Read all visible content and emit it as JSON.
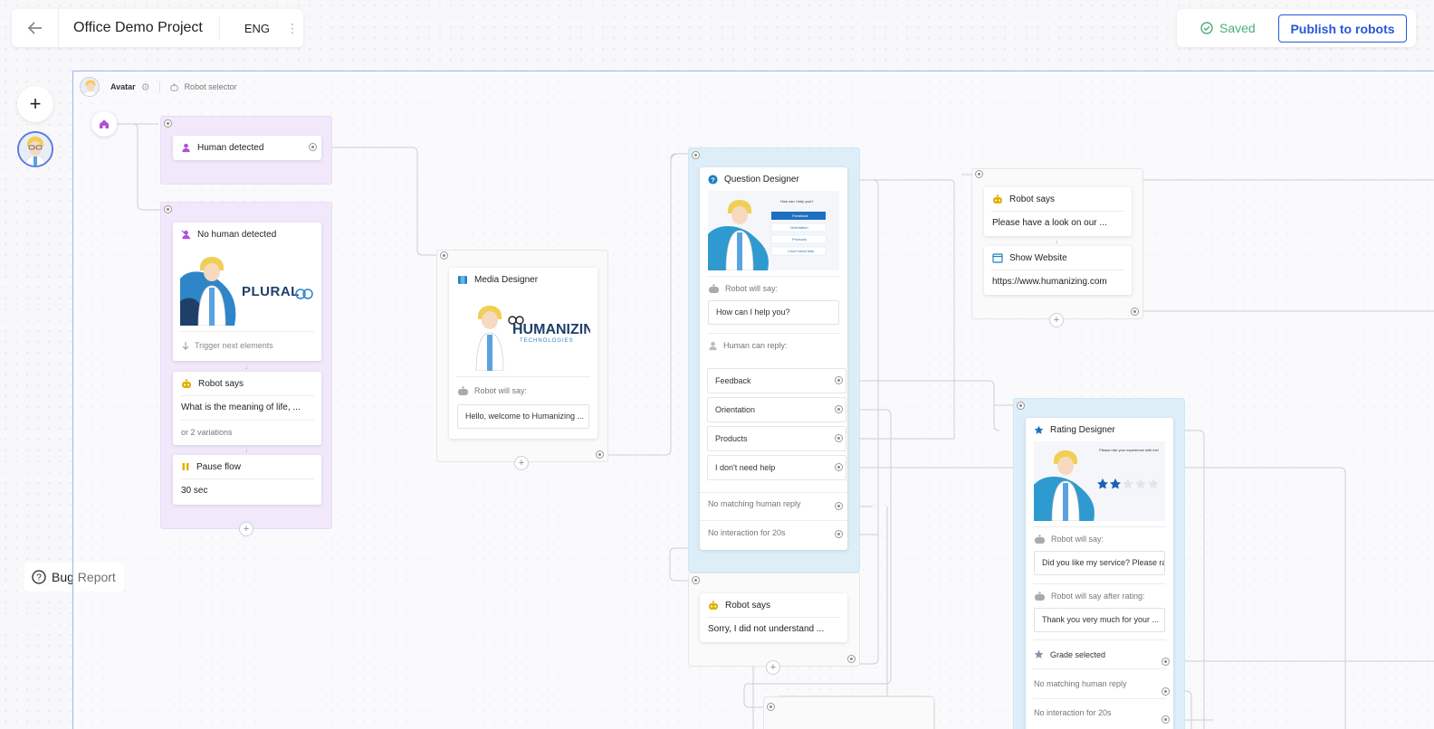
{
  "header": {
    "project_title": "Office Demo Project",
    "language": "ENG",
    "saved_label": "Saved",
    "publish_label": "Publish to robots"
  },
  "sidebar": {
    "add_label": "+",
    "bug_report_label": "Bug Report"
  },
  "frame": {
    "avatar_label": "Avatar",
    "robot_selector_label": "Robot selector"
  },
  "nodes": {
    "human_detected": {
      "title": "Human detected"
    },
    "no_human": {
      "title": "No human detected",
      "brand_text": "PLURAL",
      "trigger_label": "Trigger next elements"
    },
    "robot_says_1": {
      "title": "Robot says",
      "text": "What is the meaning of life, ...",
      "variations": "or 2 variations"
    },
    "pause_flow": {
      "title": "Pause flow",
      "value": "30 sec"
    },
    "media_designer": {
      "title": "Media Designer",
      "brand_text": "HUMANIZING",
      "brand_sub": "TECHNOLOGIES",
      "robot_will_say_label": "Robot will say:",
      "robot_will_say": "Hello, welcome to Humanizing ..."
    },
    "question_designer": {
      "title": "Question Designer",
      "preview_question": "How can I help you?",
      "preview_options": [
        "Feedback",
        "Orientation",
        "Products",
        "I don't need help"
      ],
      "robot_will_say_label": "Robot will say:",
      "robot_will_say": "How can I help you?",
      "human_reply_label": "Human can reply:",
      "replies": [
        "Feedback",
        "Orientation",
        "Products",
        "I don't need help"
      ],
      "no_match_label": "No matching human reply",
      "no_interaction_label": "No interaction for 20s"
    },
    "robot_says_2": {
      "title": "Robot says",
      "text": "Sorry, I did not understand ..."
    },
    "robot_says_3": {
      "title": "Robot says",
      "text": "Please have a look on our ..."
    },
    "show_website": {
      "title": "Show Website",
      "url": "https://www.humanizing.com"
    },
    "rating_designer": {
      "title": "Rating Designer",
      "preview_text": "Please rate your experience with me!",
      "robot_will_say_label": "Robot will say:",
      "robot_will_say": "Did you like my service? Please rat...",
      "after_rating_label": "Robot will say after rating:",
      "after_rating": "Thank you very much for your ...",
      "grade_label": "Grade selected",
      "no_match_label": "No matching human reply",
      "no_interaction_label": "No interaction for 20s"
    }
  },
  "colors": {
    "accent": "#2757d8",
    "saved": "#4caf7a",
    "purple_group": "#f1e9fb",
    "blue_group": "#deeef8",
    "purple_icon": "#b04fd8",
    "yellow_icon": "#e0b000",
    "blue_icon": "#1e7fc0"
  }
}
